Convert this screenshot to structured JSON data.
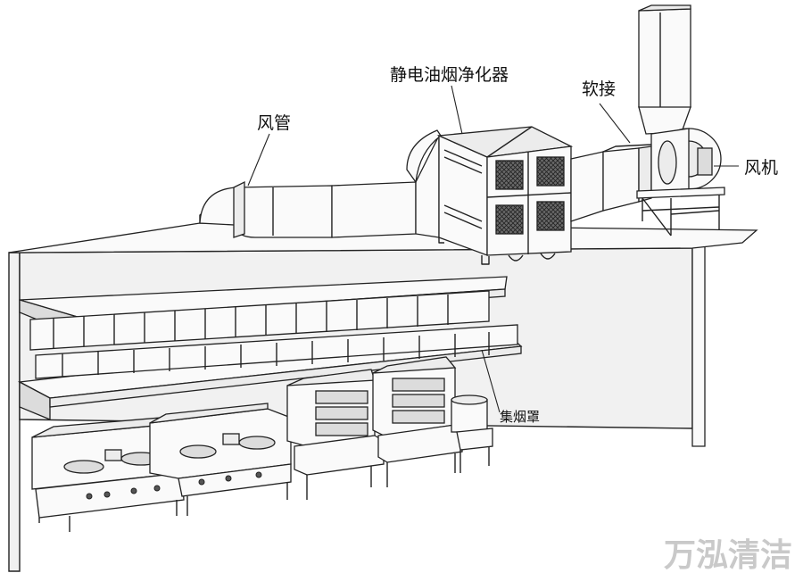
{
  "labels": {
    "air_duct": "风管",
    "purifier": "静电油烟净化器",
    "soft_joint": "软接",
    "fan": "风机",
    "hood": "集烟罩"
  },
  "watermark": "万泓清洁",
  "colors": {
    "line": "#222222",
    "steel": "#ececec",
    "wall": "#f1f1f1",
    "watermark": "#c9c9c9"
  }
}
